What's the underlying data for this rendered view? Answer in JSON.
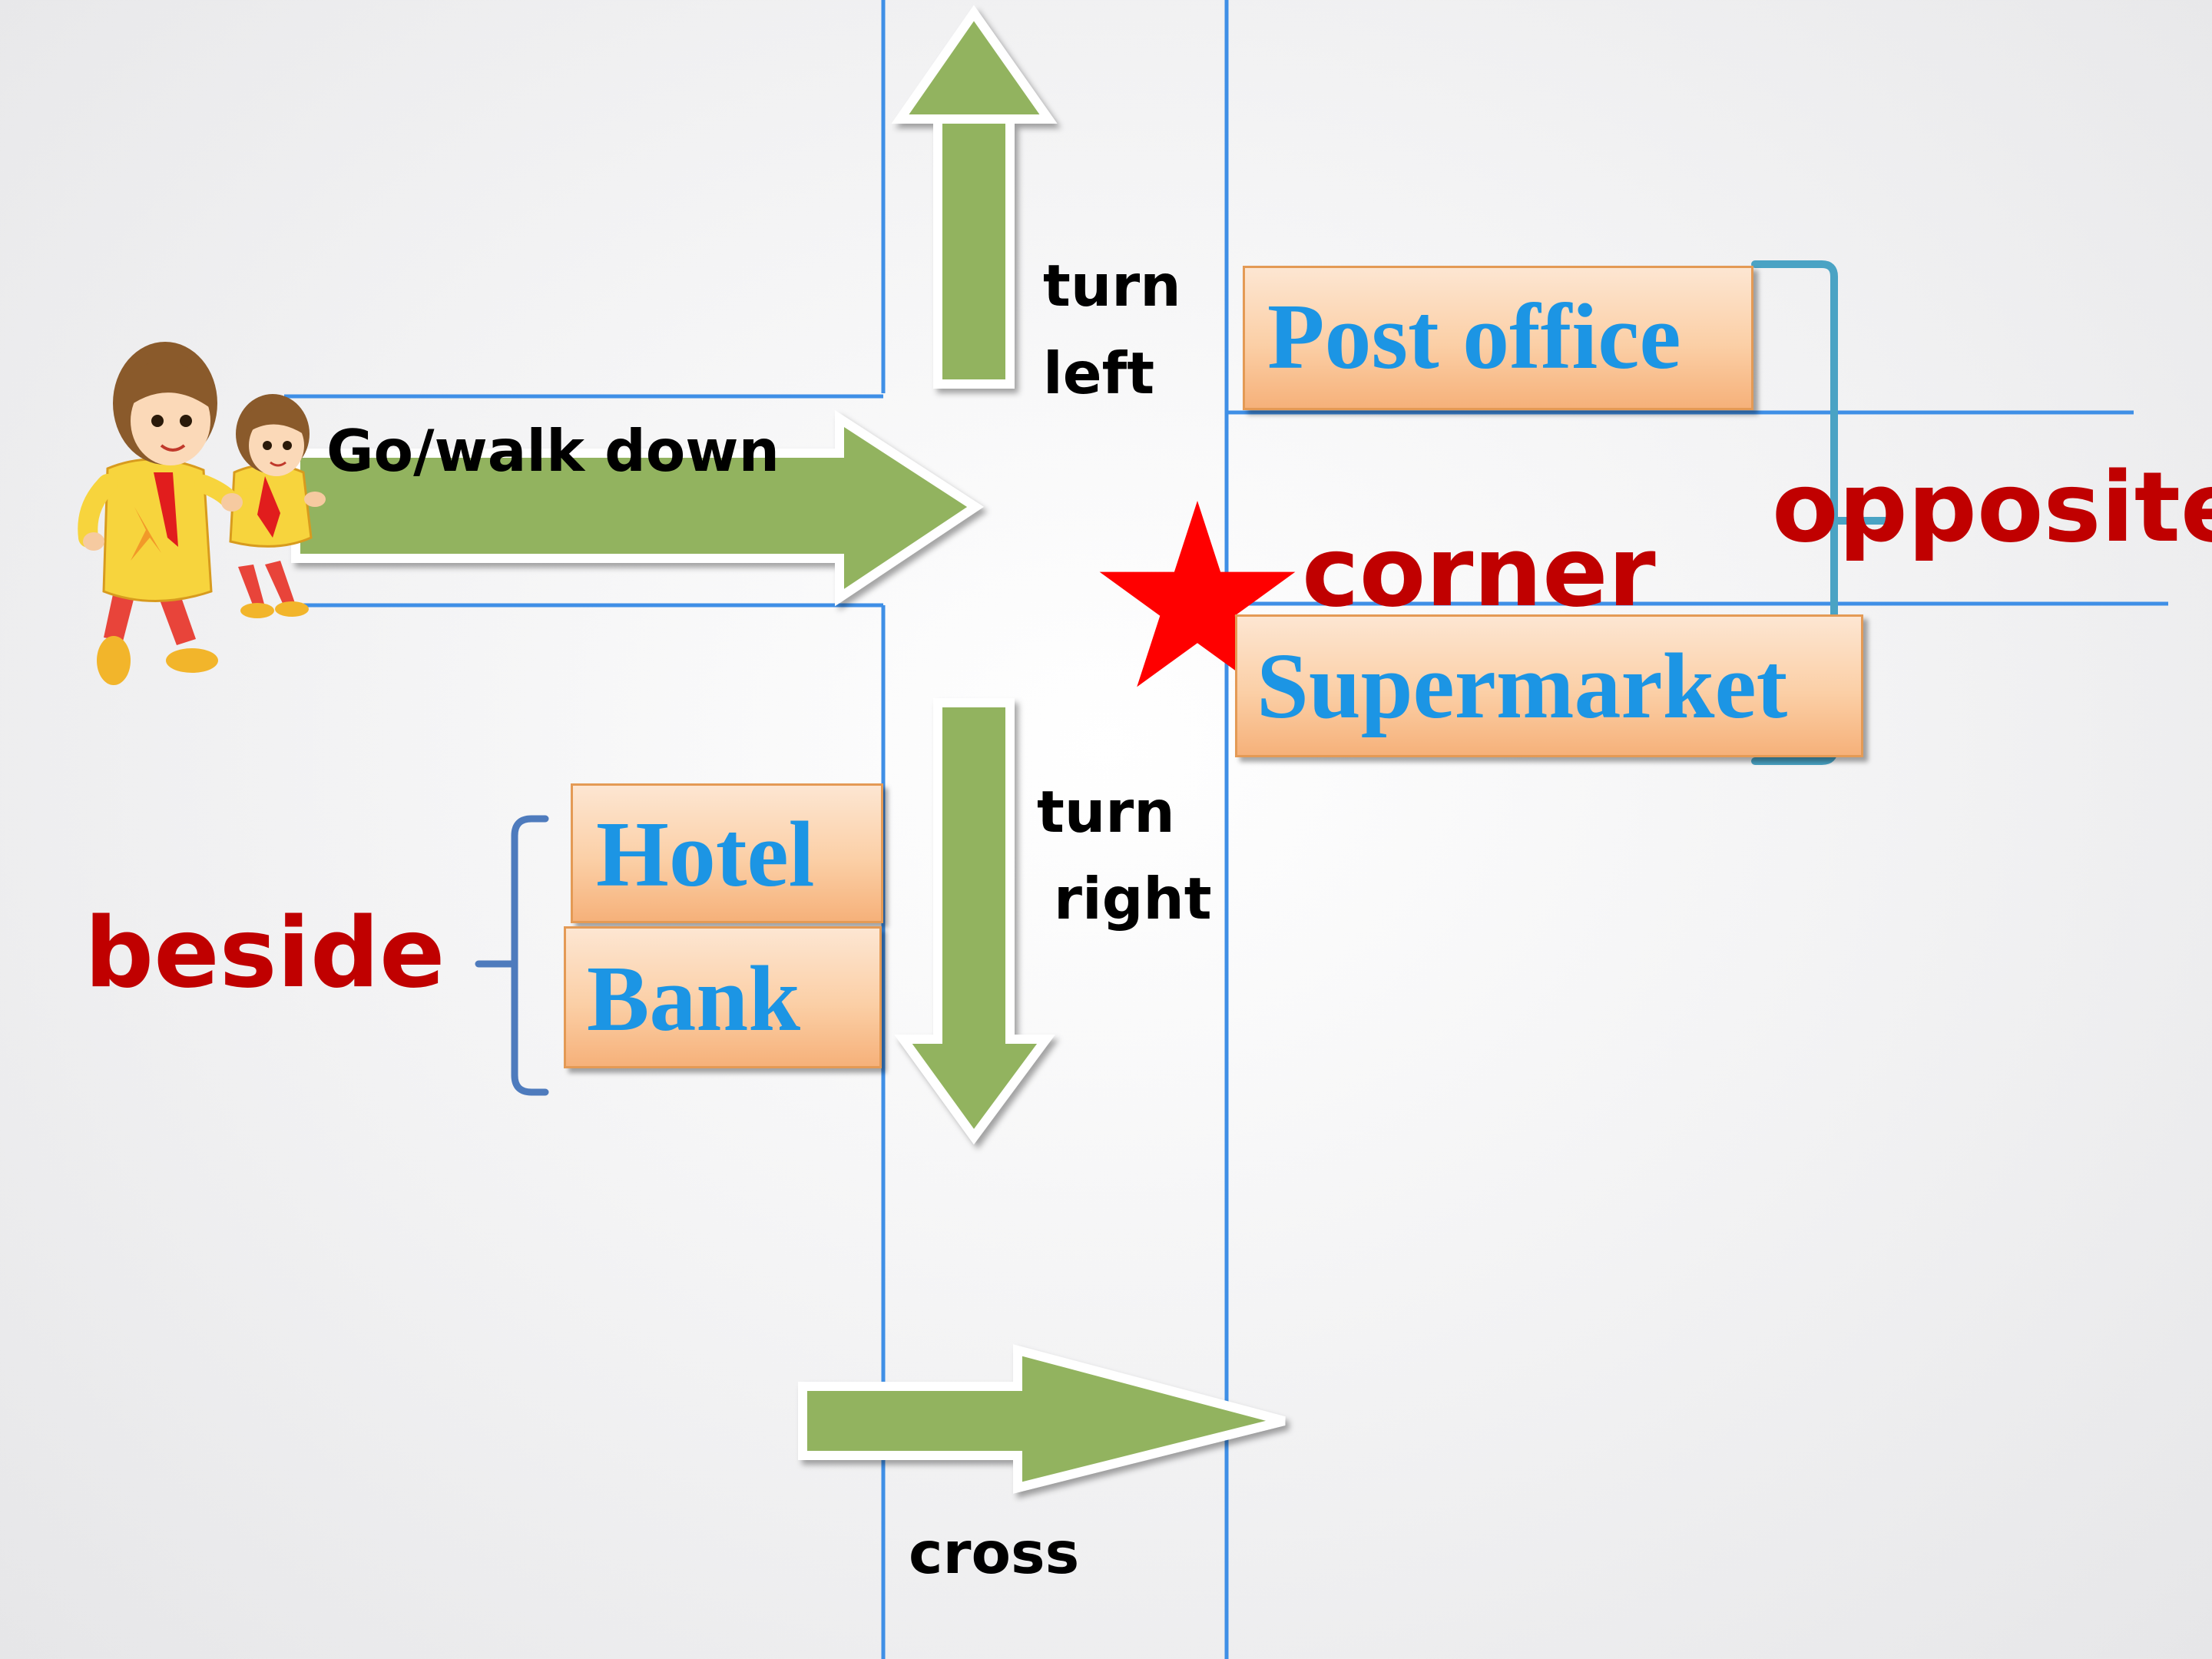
{
  "labels": {
    "go_walk_down": "Go/walk  down",
    "turn_left_line1": "turn",
    "turn_left_line2": "left",
    "turn_right_line1": "turn",
    "turn_right_line2": "right",
    "cross": "cross",
    "corner": "corner",
    "opposite": "opposite",
    "beside": "beside"
  },
  "places": {
    "post_office": "Post office",
    "supermarket": "Supermarket",
    "hotel": "Hotel",
    "bank": "Bank"
  },
  "colors": {
    "road_line": "#3f8fe6",
    "arrow_fill": "#92b35f",
    "place_text": "#1c95e4",
    "keyword": "#c00000",
    "star": "#ff0000",
    "bracket_beside": "#4e7bbd",
    "bracket_opposite": "#4aa3c4"
  },
  "icons": {
    "children": "two-walking-children-icon",
    "star": "red-star-icon"
  }
}
